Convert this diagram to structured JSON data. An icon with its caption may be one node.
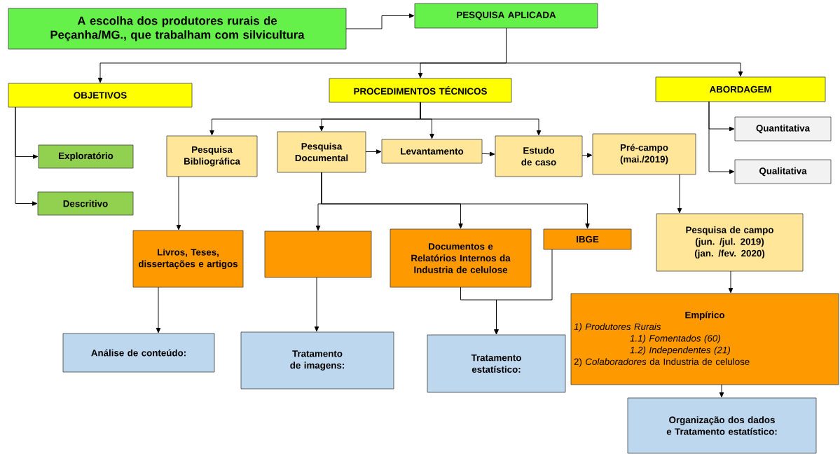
{
  "diagram": {
    "nodes": [
      {
        "text": [
          "A escolha dos produtores rurais de Peçanha/MG., que trabalham com silvicultura"
        ]
      },
      {
        "text": [
          "PESQUISA APLICADA"
        ]
      },
      {
        "text": [
          "OBJETIVOS"
        ]
      },
      {
        "text": [
          "PROCEDIMENTOS TÉCNICOS"
        ]
      },
      {
        "text": [
          "ABORDAGEM"
        ]
      },
      {
        "text": [
          "Exploratório"
        ]
      },
      {
        "text": [
          "Descritivo"
        ]
      },
      {
        "text": [
          "Pesquisa Bibliográfica"
        ]
      },
      {
        "text": [
          "Pesquisa Documental"
        ]
      },
      {
        "text": [
          "Levantamento"
        ]
      },
      {
        "text": [
          "Estudo de caso"
        ]
      },
      {
        "text": [
          "Pré-campo (mai./2019)"
        ]
      },
      {
        "text": [
          "Quantitativa"
        ]
      },
      {
        "text": [
          "Qualitativa"
        ]
      },
      {
        "text": [
          "Livros, Teses, dissertações e artigos"
        ]
      },
      {
        "text": [],
        "shape": "box"
      },
      {
        "text": [
          "Documentos e Relatórios Internos da Industria de celulose"
        ]
      },
      {
        "text": [
          "IBGE"
        ]
      },
      {
        "text": [
          "Pesquisa de campo (jun. /jul. 2019) (jan. /fev. 2020)"
        ]
      },
      {
        "text": [
          "Análise de conteúdo:"
        ]
      },
      {
        "text": [
          "Tratamento de imagens:"
        ]
      },
      {
        "text": [
          "Tratamento estatístico:"
        ]
      },
      {
        "text": [
          "Empírico",
          "1) Produtores Rurais",
          "1.1) Fomentados (60)",
          "1.2) Independentes (21)",
          "2) *Colaboradores* da Industria de celulose"
        ]
      },
      {
        "text": [
          "Organização dos dados e Tratamento estatístico:"
        ]
      }
    ],
    "edges": [
      {
        "from": 0,
        "to": 1,
        "arrow": "to"
      },
      {
        "from": 1,
        "to": 2,
        "arrow": "to"
      },
      {
        "from": 1,
        "to": 3,
        "arrow": "to"
      },
      {
        "from": 1,
        "to": 4,
        "arrow": "to"
      },
      {
        "from": 2,
        "to": 5,
        "arrow": "to"
      },
      {
        "from": 2,
        "to": 6,
        "arrow": "to"
      },
      {
        "from": 3,
        "to": 7,
        "arrow": "to"
      },
      {
        "from": 3,
        "to": 8,
        "arrow": "to"
      },
      {
        "from": 3,
        "to": 9,
        "arrow": "to"
      },
      {
        "from": 3,
        "to": 10,
        "arrow": "to"
      },
      {
        "from": 8,
        "to": 9,
        "arrow": "to"
      },
      {
        "from": 9,
        "to": 10,
        "arrow": "to"
      },
      {
        "from": 10,
        "to": 11,
        "arrow": "to"
      },
      {
        "from": 4,
        "to": 12,
        "arrow": "to"
      },
      {
        "from": 4,
        "to": 13,
        "arrow": "to"
      },
      {
        "from": 7,
        "to": 14,
        "arrow": "to"
      },
      {
        "from": 8,
        "to": 15,
        "arrow": "to"
      },
      {
        "from": 8,
        "to": 16,
        "arrow": "to"
      },
      {
        "from": 8,
        "to": 17,
        "arrow": "to"
      },
      {
        "from": 11,
        "to": 18,
        "arrow": "to"
      },
      {
        "from": 14,
        "to": 19,
        "arrow": "to"
      },
      {
        "from": 15,
        "to": 20,
        "arrow": "to"
      },
      {
        "from": 16,
        "to": 21,
        "arrow": "to"
      },
      {
        "from": 17,
        "to": 21,
        "arrow": "to"
      },
      {
        "from": 18,
        "to": 22,
        "arrow": "to"
      },
      {
        "from": 22,
        "to": 23,
        "arrow": "to"
      }
    ]
  }
}
